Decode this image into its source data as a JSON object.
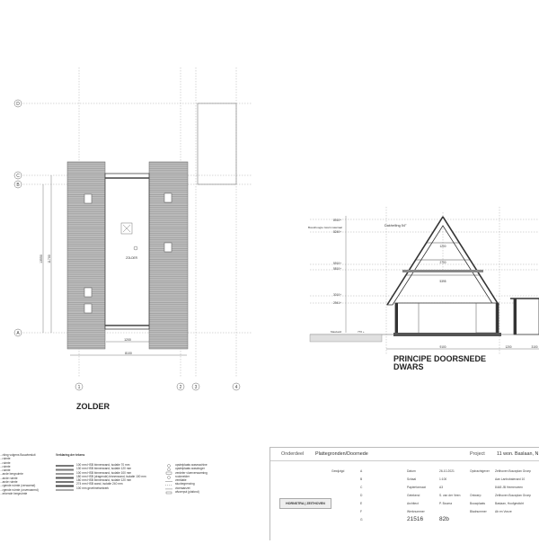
{
  "plan": {
    "title": "ZOLDER",
    "grid_rows": [
      "D",
      "C",
      "B",
      "A"
    ],
    "grid_cols": [
      "1",
      "2",
      "3",
      "4"
    ],
    "dim_total_vertical": "13550",
    "dim_inner_vertical": "11700",
    "dim_bottom_inner": "1200",
    "dim_bottom_total": "8100",
    "label_room": "ZOLDER"
  },
  "section": {
    "title_line1": "PRINCIPE DOORSNEDE",
    "title_line2": "DWARS",
    "roof_pitch": "Dakhelling 54°",
    "ridge_note": "Bouwhoogte zwart materiaal",
    "levels": [
      "8910+",
      "8240+",
      "5910+",
      "5810+",
      "3010+",
      "2941+"
    ],
    "dims": [
      "1200",
      "2700",
      "5395",
      "9100",
      "1200"
    ],
    "peil_label": "Maaiveld",
    "peil_value": "770 +",
    "dim_right": "3100"
  },
  "legend": {
    "left_title": "...rking volgens Bouwbesluit",
    "left_items": [
      "...ruimte",
      "...ruimte",
      "...ruimte",
      "...ruimte",
      "...ande bergruimte",
      "...ande ruimte",
      "...ande ruimte",
      "...rgende ruimte (verwarmd)",
      "...rgende ruimte (onverwarmd)",
      "...erkende bergruimte"
    ],
    "mid_title": "Verklaring der tekens",
    "mid_items": [
      "100 mm HSB binnenwand, isolatie 70 mm",
      "130 mm HSB binnenwand, isolatie 120 mm",
      "100 mm HSB binnenwand, isolatie 100 mm",
      "180 mm HSB (dragende) binnenwand, isolatie 100 mm",
      "180 mm HSB binnenwand, isolatie 120 mm",
      "274 mm HSB wand, isolatie 240 mm",
      "100 mm gevelmetselwerk"
    ],
    "right_items": [
      "opstelplaats wasmachine",
      "opstelplaats wasdroger",
      "verdeler vloerverwarming",
      "rookmelder",
      "ventilatie",
      "stucbegrenzing",
      "vloeraanzet",
      "afvoerput (plafond)"
    ]
  },
  "titleblock": {
    "onderdeel_label": "Onderdeel",
    "onderdeel_value": "Plattegronden/Doornede",
    "project_label": "Project",
    "project_value": "11 won. Baslaan, N",
    "col1": [
      "A",
      "B",
      "C",
      "D",
      "E",
      "F",
      "G"
    ],
    "col1_header": "Gewijzigd",
    "fields_label": [
      "Datum",
      "Schaal",
      "Papierformaat",
      "Getekend",
      "Architect",
      "Werknummer"
    ],
    "fields_value": [
      "26-10-2021",
      "1:100",
      "A3",
      "S. van der Veen",
      "P. Bouma",
      "21516"
    ],
    "fields_label2": [
      "Opdrachtgever",
      "",
      "",
      "Ontwerp",
      "Bouwplaats",
      "Bladnummer"
    ],
    "fields_value2": [
      "Zelthoven Bouwplan Groep",
      "Aan Lanhobalevard 10",
      "8448 JB Heerenveen",
      "Zelthoven Bouwplan Groep",
      "Baslaan, Hoofgesticht",
      "82b"
    ],
    "extra_value": "Ab en Vonze",
    "logo_text": "HORNSTRA | ZEITHOVEN",
    "werknummer": "21516",
    "blad": "82b"
  }
}
